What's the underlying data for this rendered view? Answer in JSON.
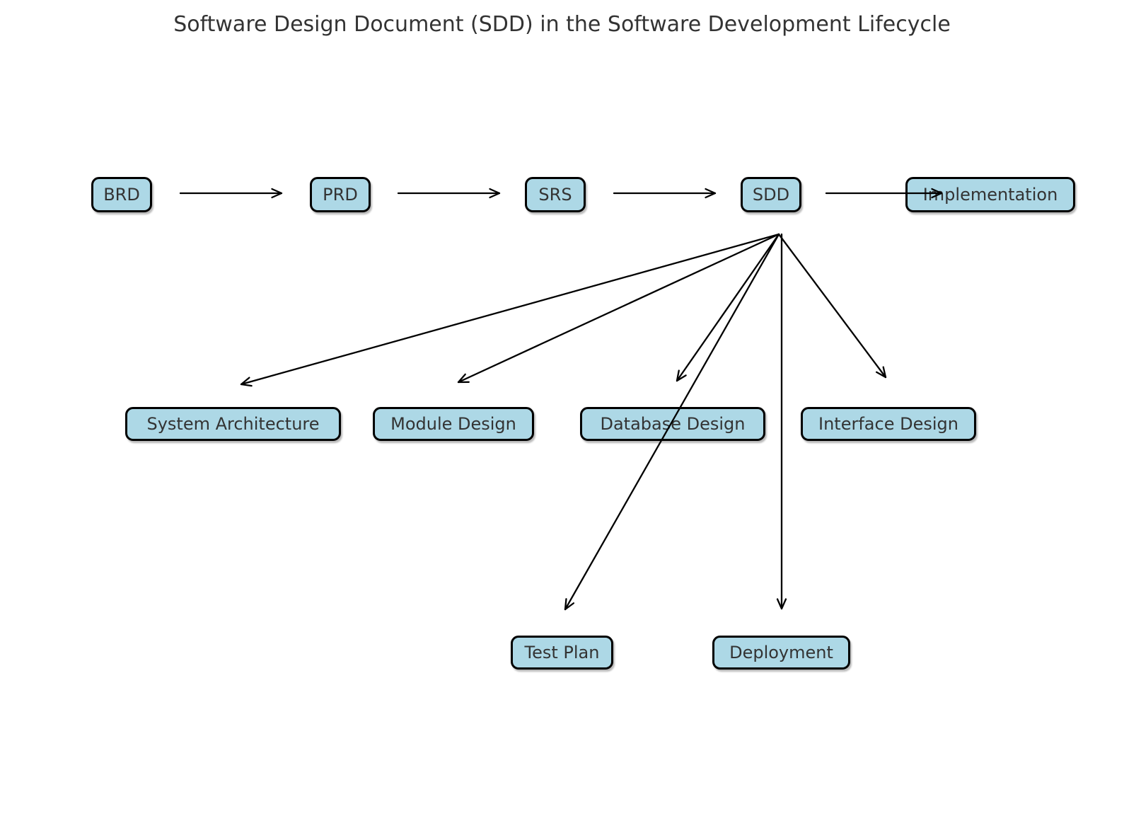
{
  "title": "Software Design Document (SDD) in the Software Development Lifecycle",
  "colors": {
    "background": "#FFFFFF",
    "box_fill": "#ADD8E6",
    "box_border": "#000000",
    "arrow": "#000000",
    "text": "#333333"
  },
  "nodes": {
    "brd": {
      "label": "BRD"
    },
    "prd": {
      "label": "PRD"
    },
    "srs": {
      "label": "SRS"
    },
    "sdd": {
      "label": "SDD"
    },
    "implementation": {
      "label": "Implementation"
    },
    "system_architecture": {
      "label": "System Architecture"
    },
    "module_design": {
      "label": "Module Design"
    },
    "database_design": {
      "label": "Database Design"
    },
    "interface_design": {
      "label": "Interface Design"
    },
    "test_plan": {
      "label": "Test Plan"
    },
    "deployment": {
      "label": "Deployment"
    }
  },
  "edges": [
    {
      "from": "BRD",
      "to": "PRD"
    },
    {
      "from": "PRD",
      "to": "SRS"
    },
    {
      "from": "SRS",
      "to": "SDD"
    },
    {
      "from": "SDD",
      "to": "Implementation"
    },
    {
      "from": "SDD",
      "to": "System Architecture"
    },
    {
      "from": "SDD",
      "to": "Module Design"
    },
    {
      "from": "SDD",
      "to": "Database Design"
    },
    {
      "from": "SDD",
      "to": "Interface Design"
    },
    {
      "from": "SDD",
      "to": "Test Plan"
    },
    {
      "from": "SDD",
      "to": "Deployment"
    }
  ]
}
